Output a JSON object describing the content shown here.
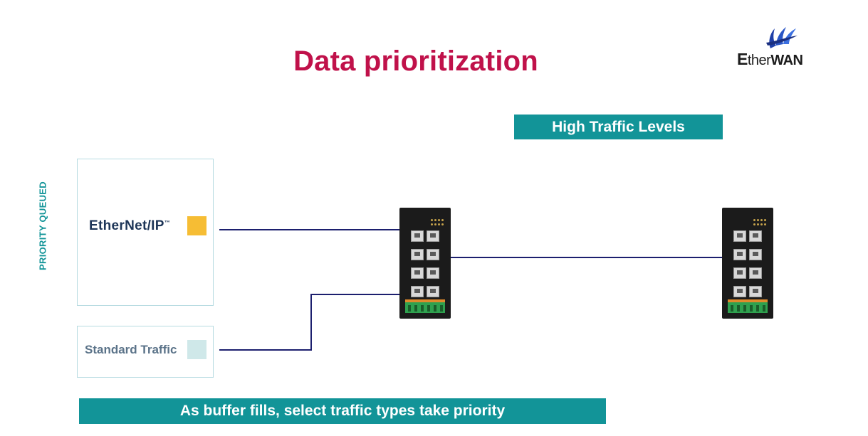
{
  "title": "Data prioritization",
  "logo": {
    "brand_prefix": "E",
    "brand_mid": "ther",
    "brand_suffix": "WAN",
    "icon": "etherwan-logo-icon"
  },
  "banner_top": "High Traffic Levels",
  "banner_bottom": "As buffer fills, select traffic types take priority",
  "side_label": "PRIORITY QUEUED",
  "sources": [
    {
      "label": "EtherNet/IP",
      "suffix": "™",
      "color": "#f6bd34"
    },
    {
      "label": "Standard Traffic",
      "color": "#cfe8e9"
    }
  ],
  "colors": {
    "accent": "#129498",
    "title": "#c0114a",
    "line": "#1c1f6e"
  },
  "devices": [
    {
      "icon": "industrial-switch-icon"
    },
    {
      "icon": "industrial-switch-icon"
    }
  ]
}
